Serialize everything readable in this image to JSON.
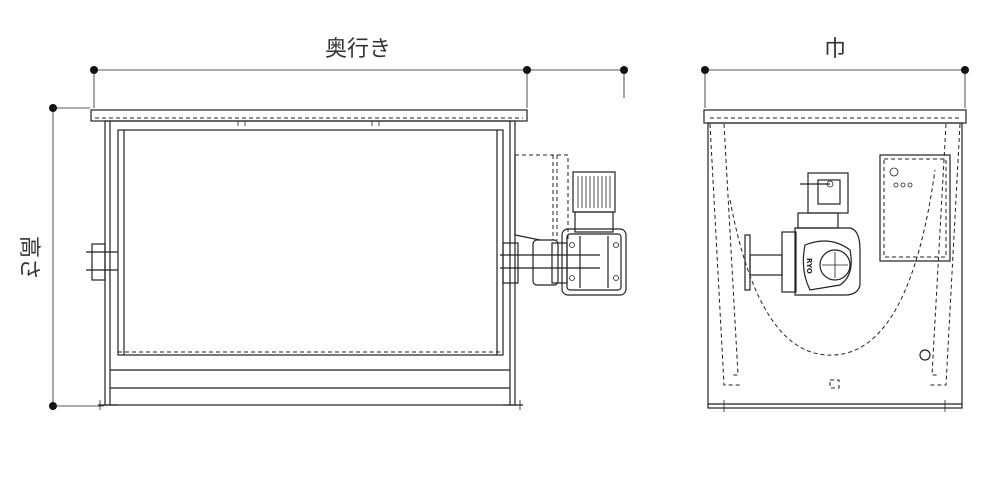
{
  "labels": {
    "depth": "奥行き",
    "width": "巾",
    "height": "高さ",
    "gearbox_mark": "RYO"
  },
  "colors": {
    "line": "#222222",
    "background": "#ffffff"
  }
}
